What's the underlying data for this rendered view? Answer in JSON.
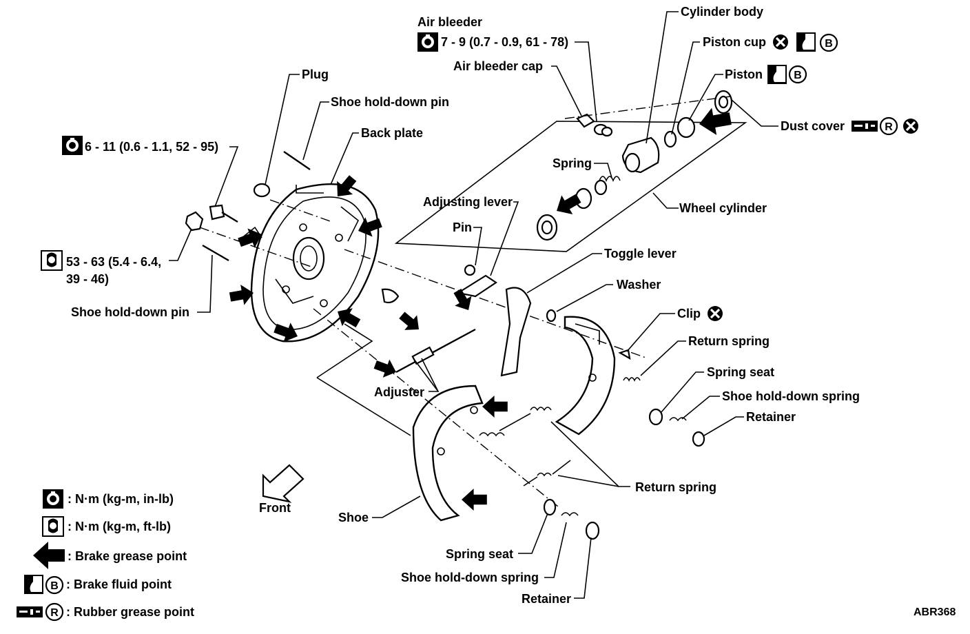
{
  "labels": {
    "air_bleeder": "Air bleeder",
    "air_bleeder_torque": "7 - 9 (0.7 - 0.9, 61 - 78)",
    "air_bleeder_cap": "Air bleeder cap",
    "cylinder_body": "Cylinder body",
    "piston_cup": "Piston cup",
    "piston": "Piston",
    "dust_cover": "Dust cover",
    "spring": "Spring",
    "wheel_cylinder": "Wheel cylinder",
    "plug": "Plug",
    "shoe_hold_down_pin_top": "Shoe hold-down pin",
    "back_plate": "Back plate",
    "bolt_torque": "6 - 11 (0.6 - 1.1, 52 - 95)",
    "nut_torque_line1": "53 - 63 (5.4 - 6.4,",
    "nut_torque_line2": "39 - 46)",
    "shoe_hold_down_pin_left": "Shoe hold-down pin",
    "adjusting_lever": "Adjusting lever",
    "pin": "Pin",
    "toggle_lever": "Toggle lever",
    "washer": "Washer",
    "clip": "Clip",
    "return_spring_right": "Return spring",
    "spring_seat_right": "Spring seat",
    "shoe_hold_down_spring_right": "Shoe hold-down spring",
    "retainer_right": "Retainer",
    "adjuster": "Adjuster",
    "return_spring_lower": "Return spring",
    "front": "Front",
    "shoe": "Shoe",
    "spring_seat_lower": "Spring seat",
    "shoe_hold_down_spring_lower": "Shoe hold-down spring",
    "retainer_lower": "Retainer",
    "figure_code": "ABR368"
  },
  "legend": {
    "torque_in_lb": ": N·m (kg-m, in-lb)",
    "torque_ft_lb": ": N·m (kg-m, ft-lb)",
    "brake_grease": ": Brake grease point",
    "brake_fluid": ": Brake fluid point",
    "rubber_grease": ": Rubber grease point"
  },
  "symbols": {
    "brake_fluid_letter": "B",
    "rubber_grease_letter": "R"
  }
}
